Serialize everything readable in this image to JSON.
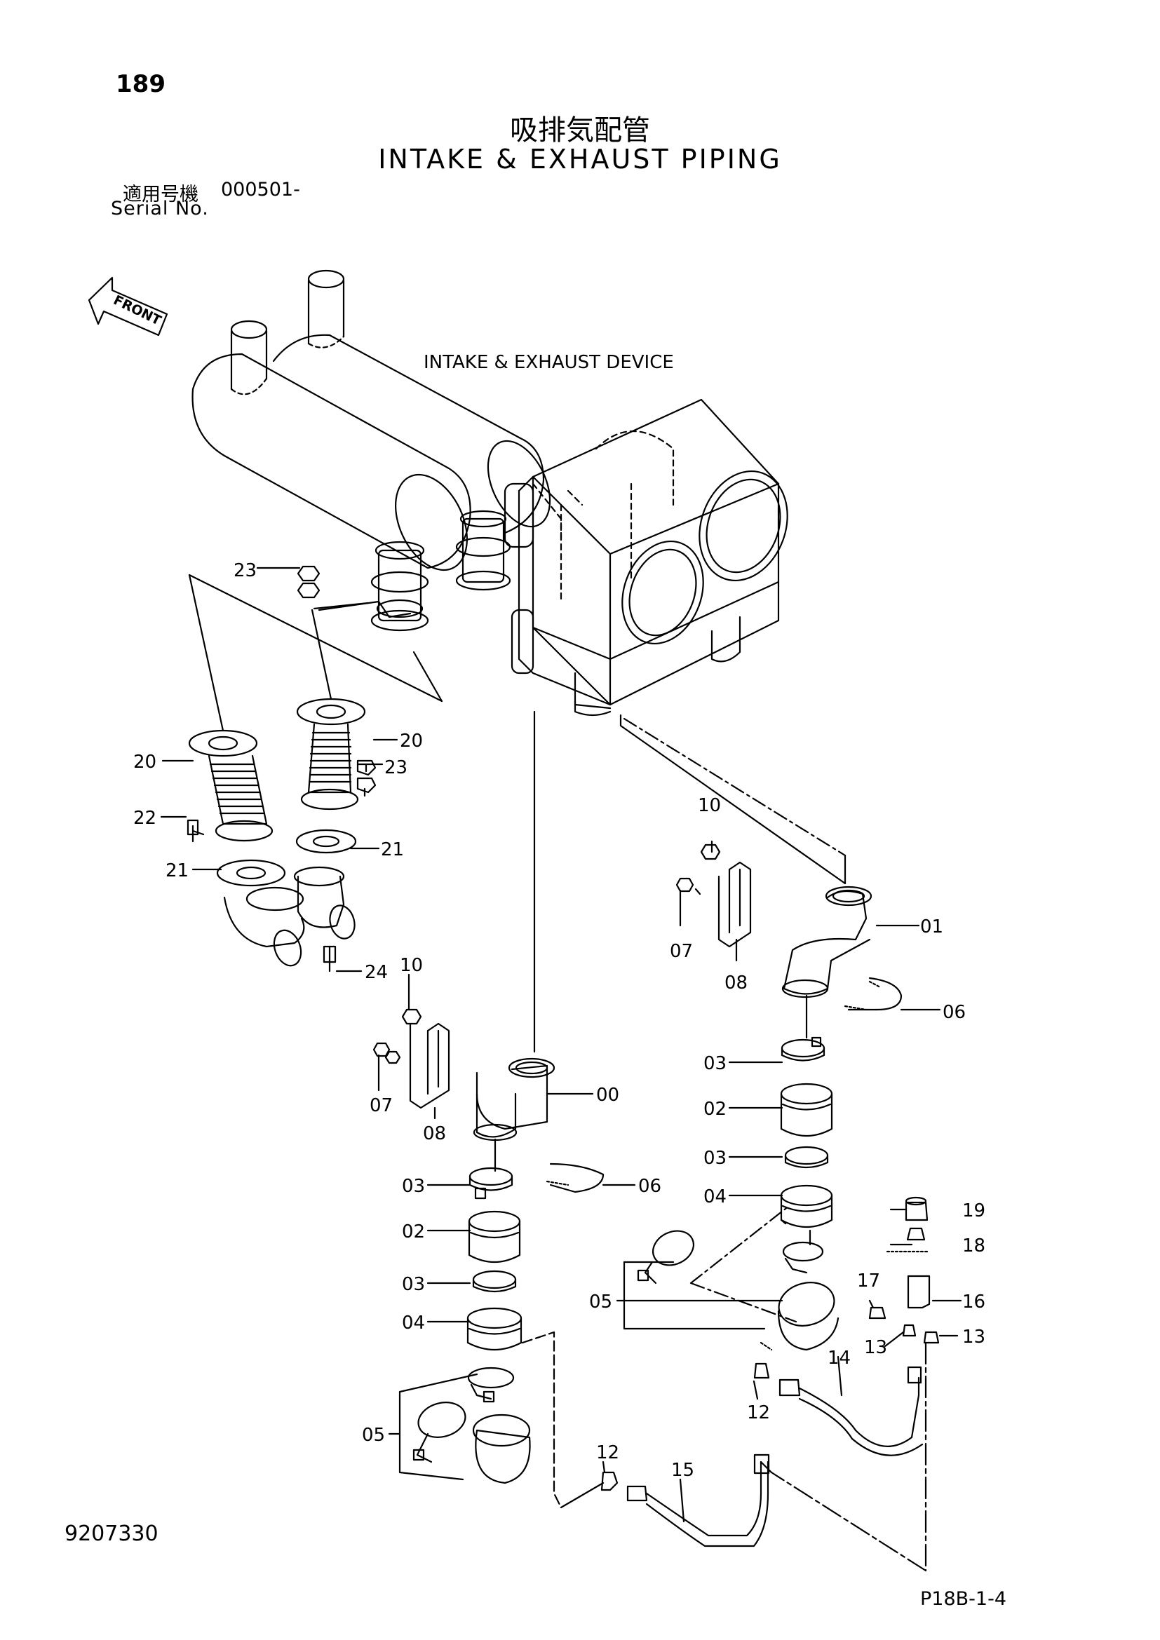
{
  "header": {
    "page_number": "189",
    "title_jp": "吸排気配管",
    "title_en": "INTAKE & EXHAUST PIPING",
    "serial_label_jp": "適用号機",
    "serial_value": "000501-",
    "serial_label_en": "Serial No."
  },
  "diagram": {
    "front_label": "FRONT",
    "device_label": "INTAKE & EXHAUST DEVICE",
    "callouts": {
      "c23a": "23",
      "c20a": "20",
      "c20b": "20",
      "c23b": "23",
      "c22": "22",
      "c21a": "21",
      "c21b": "21",
      "c24": "24",
      "c10a": "10",
      "c07a": "07",
      "c08a": "08",
      "c01": "01",
      "c06a": "06",
      "c10b": "10",
      "c07b": "07",
      "c08b": "08",
      "c00": "00",
      "c06b": "06",
      "c03a": "03",
      "c02a": "02",
      "c03b": "03",
      "c04a": "04",
      "c05a": "05",
      "c03c": "03",
      "c02b": "02",
      "c03d": "03",
      "c04b": "04",
      "c05b": "05",
      "c19": "19",
      "c18": "18",
      "c17": "17",
      "c16": "16",
      "c13a": "13",
      "c13b": "13",
      "c14": "14",
      "c12a": "12",
      "c12b": "12",
      "c15": "15"
    }
  },
  "footer": {
    "doc_number": "9207330",
    "page_ref": "P18B-1-4"
  }
}
